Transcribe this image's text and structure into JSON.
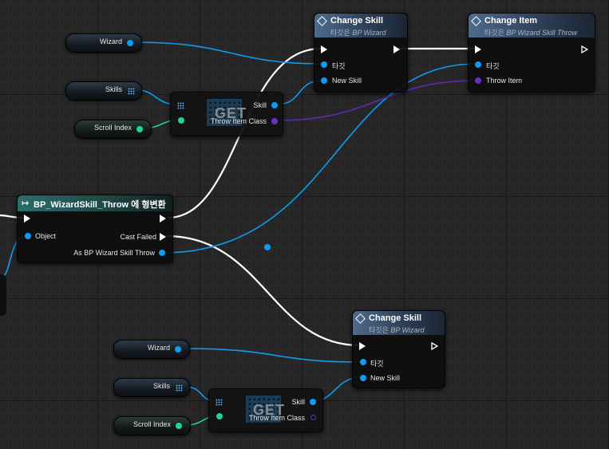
{
  "colors": {
    "exec_wire": "#ffffff",
    "object_wire": "#0e9cf0",
    "class_wire": "#5a2aa8",
    "int_wire": "#1fd596"
  },
  "node_change_skill_top": {
    "title": "Change Skill",
    "subtitle_prefix": "타깃은",
    "subtitle_target": "BP Wizard",
    "target_label": "타깃",
    "param_label": "New Skill"
  },
  "node_change_item": {
    "title": "Change Item",
    "subtitle_prefix": "타깃은",
    "subtitle_target": "BP Wizard Skill Throw",
    "target_label": "타깃",
    "param_label": "Throw Item"
  },
  "node_cast": {
    "title": "BP_WizardSkill_Throw 에 형변환",
    "object_label": "Object",
    "cast_failed_label": "Cast Failed",
    "as_label": "As BP Wizard Skill Throw"
  },
  "node_change_skill_bottom": {
    "title": "Change Skill",
    "subtitle_prefix": "타깃은",
    "subtitle_target": "BP Wizard",
    "target_label": "타깃",
    "param_label": "New Skill"
  },
  "get_top": {
    "text": "GET",
    "skill_label": "Skill",
    "class_label": "Throw Item Class"
  },
  "get_bottom": {
    "text": "GET",
    "skill_label": "Skill",
    "class_label": "Throw Item Class"
  },
  "vars_top": {
    "wizard": "Wizard",
    "skills": "Skills",
    "scroll_index": "Scroll Index"
  },
  "vars_bottom": {
    "wizard": "Wizard",
    "skills": "Skills",
    "scroll_index": "Scroll Index"
  }
}
